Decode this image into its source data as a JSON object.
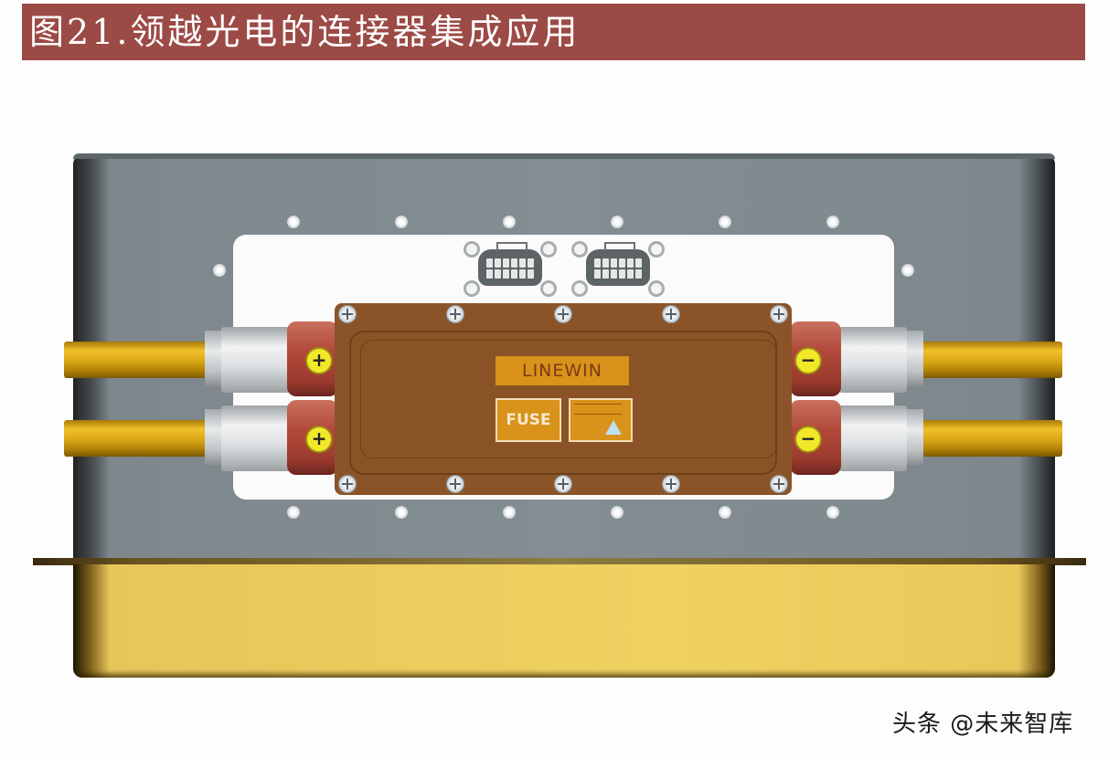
{
  "title": "图21.领越光电的连接器集成应用",
  "figure": {
    "junction_box": {
      "brand_label": "LINEWIN",
      "fuse_label": "FUSE",
      "warning_label_icon": "warning-triangle"
    },
    "terminals": {
      "left": [
        "+",
        "+"
      ],
      "right": [
        "−",
        "−"
      ]
    },
    "colors": {
      "title_bar": "#9c4a45",
      "enclosure": "#838e93",
      "tray": "#efd260",
      "junction_box": "#8b5428",
      "copper_terminal": "#b1493a",
      "cable": "#f0c12a",
      "label_orange": "#d9921a"
    }
  },
  "watermark": "头条 @未来智库"
}
